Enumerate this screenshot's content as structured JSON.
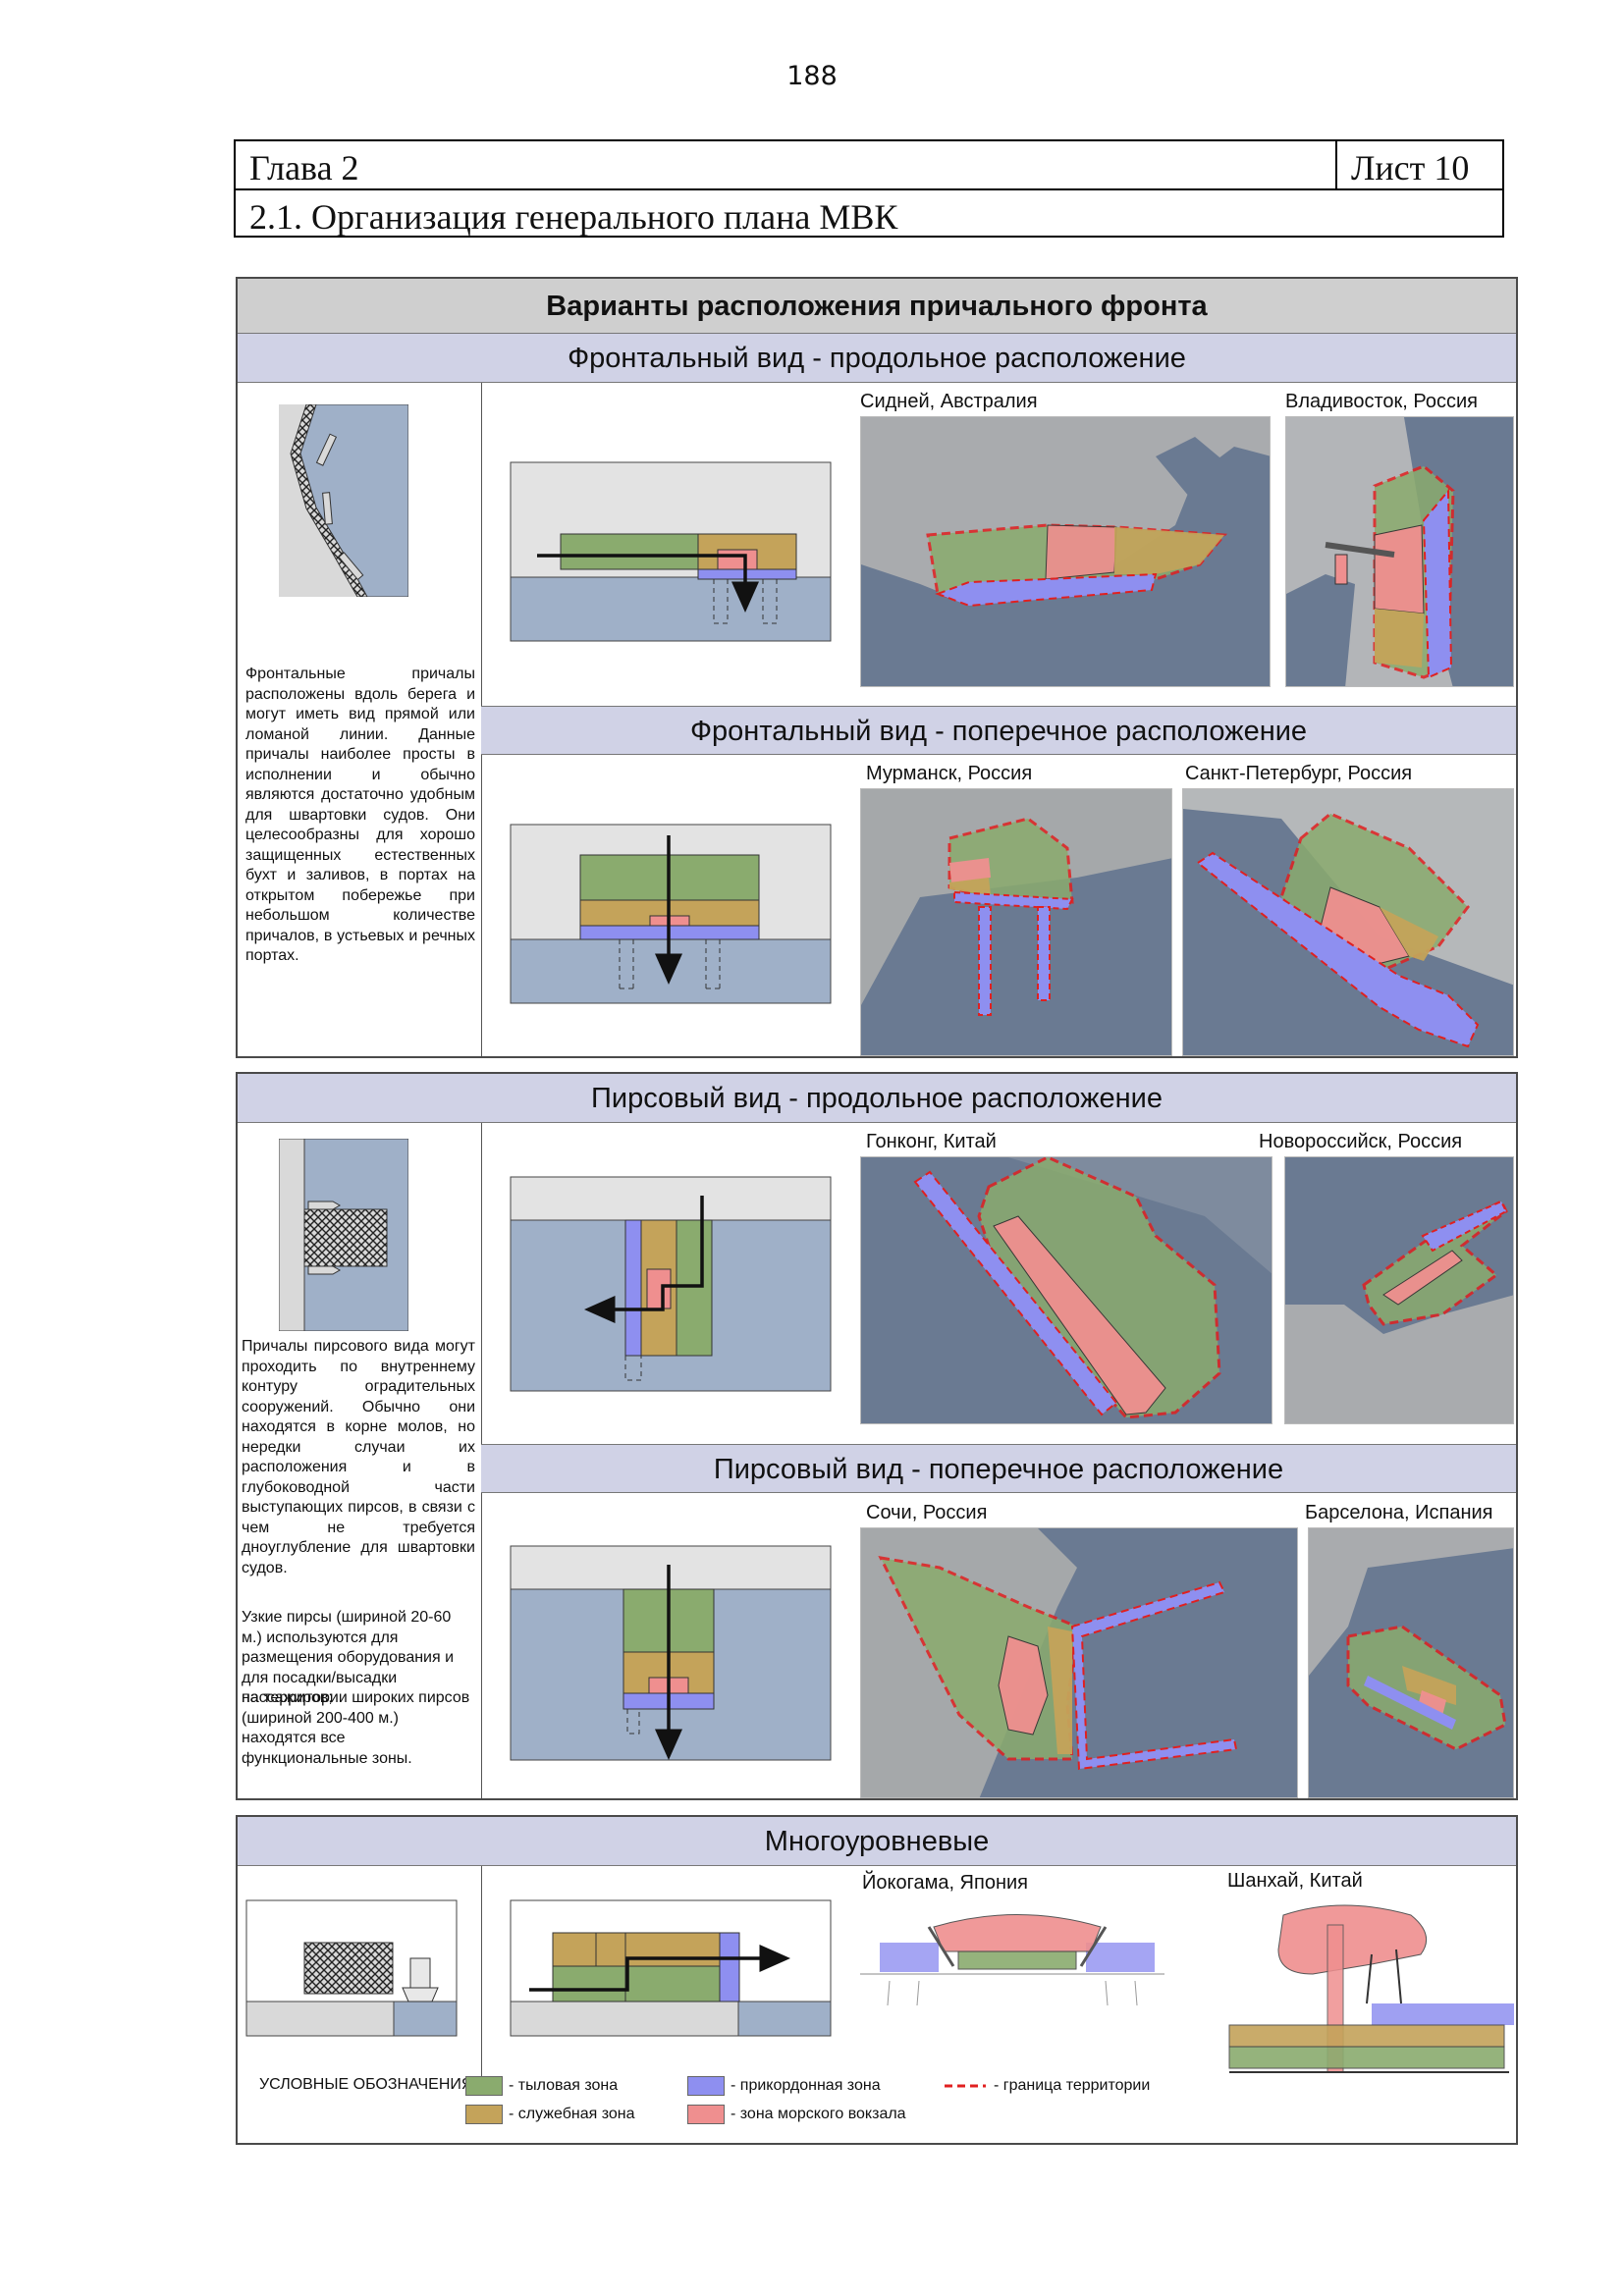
{
  "page_number": "188",
  "header": {
    "chapter": "Глава 2",
    "sheet": "Лист 10",
    "subtitle": "2.1. Организация генерального плана МВК"
  },
  "poster": {
    "title": "Варианты расположения причального фронта",
    "sections": [
      {
        "title": "Фронтальный вид - продольное расположение",
        "examples": [
          "Сидней, Австралия",
          "Владивосток, Россия"
        ]
      },
      {
        "title": "Фронтальный вид - поперечное расположение",
        "examples": [
          "Мурманск, Россия",
          "Санкт-Петербург, Россия"
        ]
      },
      {
        "title": "Пирсовый вид - продольное расположение",
        "examples": [
          "Гонконг, Китай",
          "Новороссийск, Россия"
        ]
      },
      {
        "title": "Пирсовый вид - поперечное расположение",
        "examples": [
          "Сочи, Россия",
          "Барселона, Испания"
        ]
      },
      {
        "title": "Многоуровневые",
        "examples": [
          "Йокогама, Япония",
          "Шанхай, Китай"
        ]
      }
    ],
    "frontal_description": "Фронтальные причалы расположены вдоль берега и могут иметь вид прямой или ломаной линии. Данные причалы наиболее просты в исполнении и обычно являются достаточно удобным для швартовки судов. Они целесообразны для хорошо защищенных естественных бухт и заливов, в портах на открытом побережье при небольшом количестве причалов, в устьевых и речных портах.",
    "pier_description_1": "Причалы пирсового вида могут проходить по внутреннему контуру оградительных сооружений. Обычно они находятся в корне молов, но нередки случаи их расположения и в глубоководной части выступающих пирсов, в связи с чем не требуется дноуглубление для швартовки судов.",
    "pier_description_2": "Узкие пирсы (шириной 20-60 м.) используются для размещения оборудования и для посадки/высадки пассажиров;",
    "pier_description_3": "на территории широких пирсов (шириной 200-400 м.) находятся все функциональные зоны.",
    "legend": {
      "heading": "УСЛОВНЫЕ ОБОЗНАЧЕНИЯ:",
      "items": [
        {
          "label": "- тыловая зона",
          "color": "#8aab6e"
        },
        {
          "label": "- служебная зона",
          "color": "#c4a35a"
        },
        {
          "label": "- прикордонная зона",
          "color": "#8e8ff0"
        },
        {
          "label": "- зона морского вокзала",
          "color": "#ef8f8f"
        },
        {
          "label": "- граница территории",
          "color": "#e02020"
        }
      ]
    }
  }
}
